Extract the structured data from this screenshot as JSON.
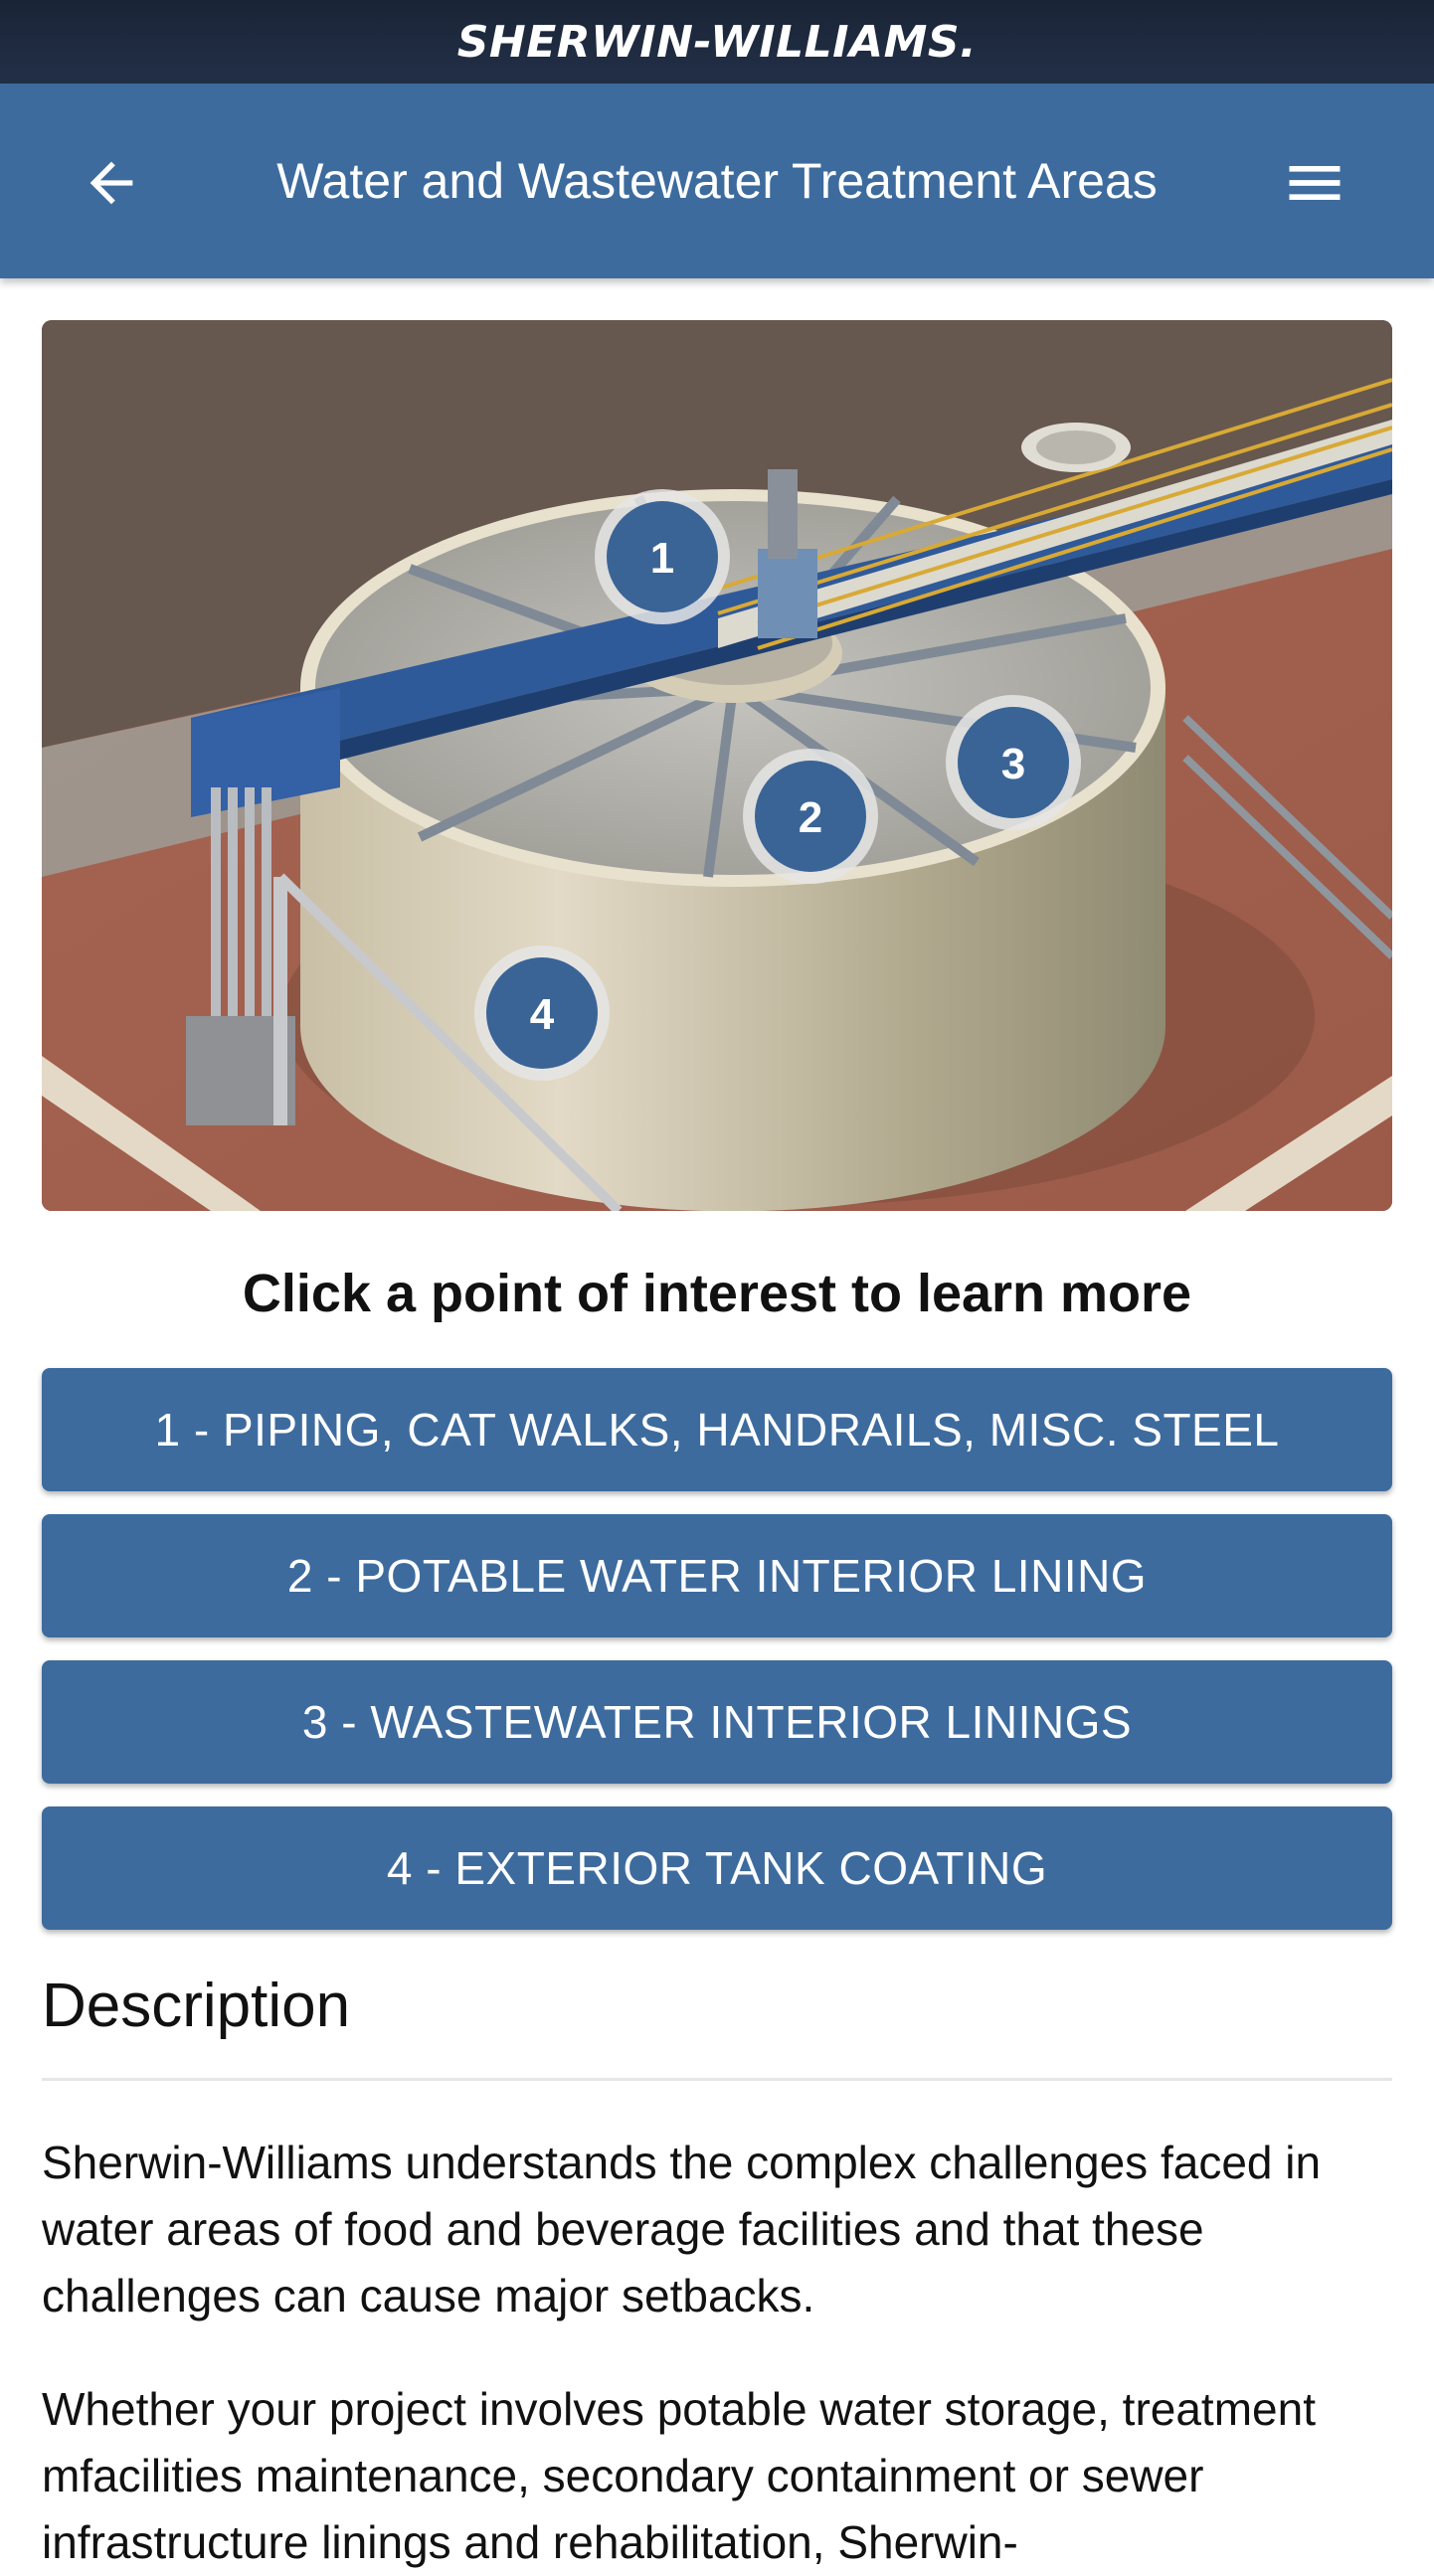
{
  "brand": {
    "logo_text": "SHERWIN-WILLIAMS."
  },
  "header": {
    "title": "Water and Wastewater Treatment Areas",
    "back_icon": "arrow-left-icon",
    "menu_icon": "hamburger-menu-icon"
  },
  "illustration": {
    "subject": "clarifier-tank-illustration",
    "points": [
      {
        "label": "1"
      },
      {
        "label": "2"
      },
      {
        "label": "3"
      },
      {
        "label": "4"
      }
    ]
  },
  "prompt": "Click a point of interest to learn more",
  "buttons": [
    {
      "label": "1 - PIPING, CAT WALKS, HANDRAILS, MISC. STEEL"
    },
    {
      "label": "2 - POTABLE WATER INTERIOR LINING"
    },
    {
      "label": "3 - WASTEWATER INTERIOR LININGS"
    },
    {
      "label": "4 - EXTERIOR TANK COATING"
    }
  ],
  "description": {
    "heading": "Description",
    "paragraphs": [
      "Sherwin-Williams understands the complex challenges faced in water areas of food and beverage facilities and that these challenges can cause major setbacks.",
      "Whether your project involves potable water storage, treatment mfacilities maintenance, secondary containment or sewer infrastructure linings and rehabilitation, Sherwin-"
    ]
  },
  "colors": {
    "brand_bar": "#1f2b40",
    "app_bar": "#3d6b9e",
    "button": "#3d6b9e",
    "poi_marker": "#3a6496"
  }
}
